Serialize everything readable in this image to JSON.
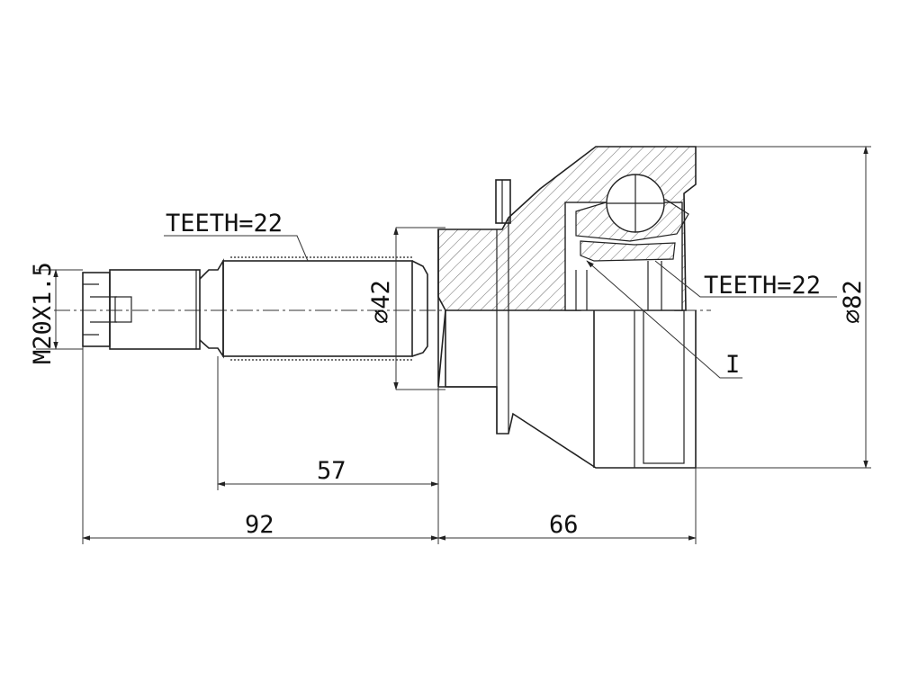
{
  "labels": {
    "teeth_shaft": "TEETH=22",
    "teeth_inner": "TEETH=22",
    "thread": "M20X1.5",
    "dia_small": "⌀42",
    "dia_large": "⌀82",
    "dim_57": "57",
    "dim_92": "92",
    "dim_66": "66",
    "detail_ref": "I"
  },
  "colors": {
    "line": "#222222",
    "background": "#ffffff"
  }
}
